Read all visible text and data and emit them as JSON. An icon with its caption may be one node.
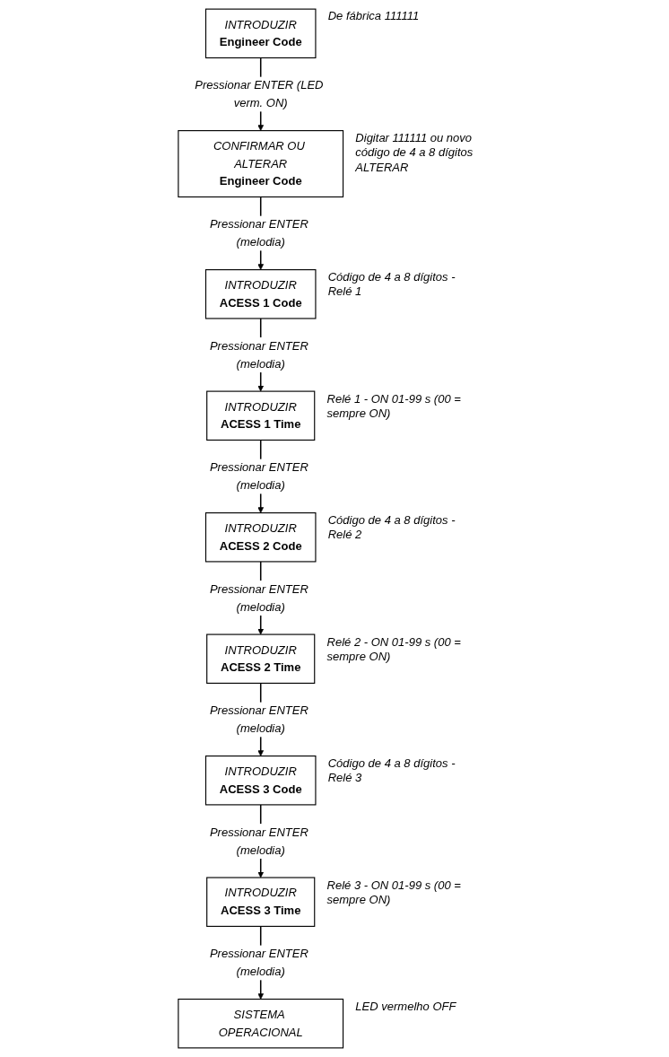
{
  "diagram": {
    "nodes": [
      {
        "text": [
          "INTRODUZIR",
          "Engineer Code"
        ],
        "beside": [
          "De fábrica 111111"
        ]
      },
      {
        "text": [
          "CONFIRMAR OU ALTERAR",
          "Engineer Code"
        ],
        "beside": [
          "Digitar 111111 ou novo código de 4 a 8 dígitos ALTERAR"
        ]
      },
      {
        "text": [
          "INTRODUZIR",
          "ACESS 1 Code"
        ],
        "beside": [
          "Código de 4 a 8 dígitos - Relé 1"
        ]
      },
      {
        "text": [
          "INTRODUZIR",
          "ACESS 1 Time"
        ],
        "beside": [
          "Relé 1 - ON 01-99 s (00 = sempre ON)"
        ]
      },
      {
        "text": [
          "INTRODUZIR",
          "ACESS 2 Code"
        ],
        "beside": [
          "Código de 4 a 8 dígitos - Relé 2"
        ]
      },
      {
        "text": [
          "INTRODUZIR",
          "ACESS 2 Time"
        ],
        "beside": [
          "Relé 2 - ON 01-99 s (00 = sempre ON)"
        ]
      },
      {
        "text": [
          "INTRODUZIR",
          "ACESS 3 Code"
        ],
        "beside": [
          "Código de 4 a 8 dígitos - Relé 3"
        ]
      },
      {
        "text": [
          "INTRODUZIR",
          "ACESS 3 Time"
        ],
        "beside": [
          "Relé 3 - ON 01-99 s (00 = sempre ON)"
        ]
      },
      {
        "text": [
          "SISTEMA OPERACIONAL"
        ],
        "beside": [
          "LED vermelho OFF"
        ]
      }
    ],
    "edges": [
      {
        "from": 0,
        "to": 1,
        "arrow": "to",
        "label": "Pressionar ENTER (LED verm. ON)"
      },
      {
        "from": 1,
        "to": 2,
        "arrow": "to",
        "label": "Pressionar ENTER (melodia)"
      },
      {
        "from": 2,
        "to": 3,
        "arrow": "to",
        "label": "Pressionar ENTER (melodia)"
      },
      {
        "from": 3,
        "to": 4,
        "arrow": "to",
        "label": "Pressionar ENTER (melodia)"
      },
      {
        "from": 4,
        "to": 5,
        "arrow": "to",
        "label": "Pressionar ENTER (melodia)"
      },
      {
        "from": 5,
        "to": 6,
        "arrow": "to",
        "label": "Pressionar ENTER (melodia)"
      },
      {
        "from": 6,
        "to": 7,
        "arrow": "to",
        "label": "Pressionar ENTER (melodia)"
      },
      {
        "from": 7,
        "to": 8,
        "arrow": "to",
        "label": "Pressionar ENTER (melodia)"
      }
    ]
  }
}
